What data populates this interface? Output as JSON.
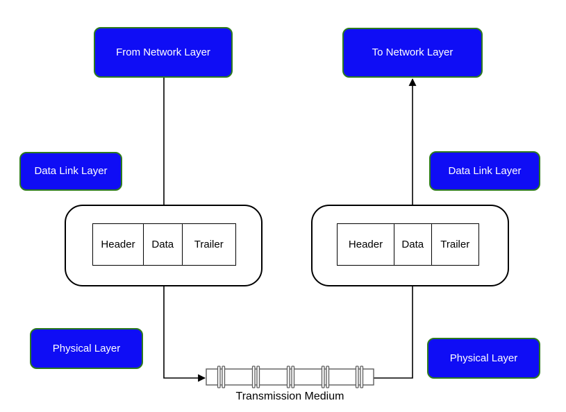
{
  "diagram": {
    "sender": {
      "network_label": "From Network Layer",
      "datalink_label": "Data Link Layer",
      "physical_label": "Physical Layer",
      "frame": {
        "header": "Header",
        "data": "Data",
        "trailer": "Trailer"
      }
    },
    "receiver": {
      "network_label": "To Network Layer",
      "datalink_label": "Data Link Layer",
      "physical_label": "Physical Layer",
      "frame": {
        "header": "Header",
        "data": "Data",
        "trailer": "Trailer"
      }
    },
    "medium_label": "Transmission Medium",
    "colors": {
      "box_fill": "#0f0df5",
      "box_border": "#2d7a1e",
      "box_text": "#ffffff",
      "frame_stroke": "#000000",
      "frame_text": "#000000",
      "arrow": "#000000",
      "medium_stroke": "#5c5c5c",
      "background": "#ffffff"
    }
  }
}
